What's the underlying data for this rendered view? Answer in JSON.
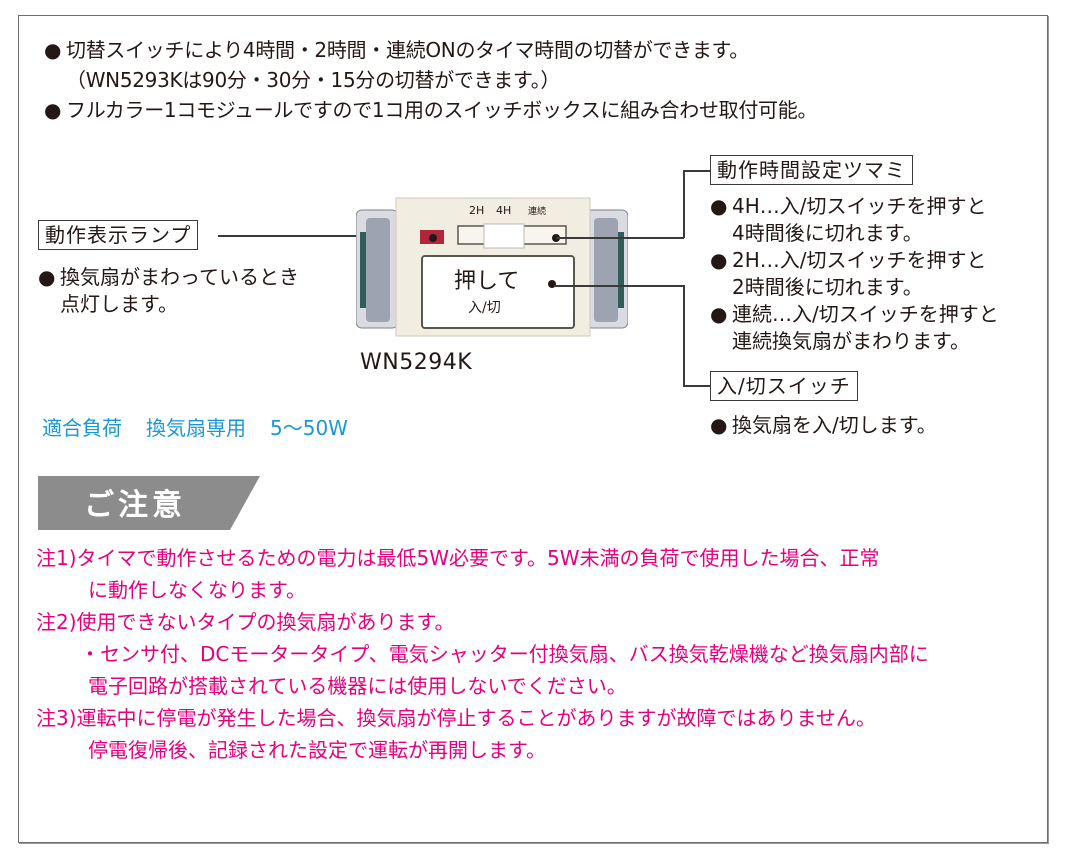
{
  "intro": {
    "lines": [
      {
        "bullet": "●",
        "text": "切替スイッチにより4時間・2時間・連続ONのタイマ時間の切替ができます。"
      },
      {
        "bullet": "",
        "text": "（WN5293Kは90分・30分・15分の切替ができます。）"
      },
      {
        "bullet": "●",
        "text": "フルカラー1コモジュールですので1コ用のスイッチボックスに組み合わせ取付可能。"
      }
    ]
  },
  "left_callout": {
    "label": "動作表示ランプ",
    "desc_bullet": "●",
    "desc_line1": "換気扇がまわっているとき",
    "desc_line2": "点灯します。"
  },
  "switch_image": {
    "dial_labels": [
      "2H",
      "4H",
      "連続"
    ],
    "button_text_main": "押して",
    "button_text_sub": "入/切",
    "model": "WN5294K",
    "colors": {
      "body": "#f1ede0",
      "lamp": "#b0263a",
      "side_grey": "#9ea3b1"
    }
  },
  "right_callouts": {
    "dial": {
      "label": "動作時間設定ツマミ",
      "items": [
        {
          "bullet": "●",
          "line1": "4H…入/切スイッチを押すと",
          "line2": "4時間後に切れます。"
        },
        {
          "bullet": "●",
          "line1": "2H…入/切スイッチを押すと",
          "line2": "2時間後に切れます。"
        },
        {
          "bullet": "●",
          "line1": "連続…入/切スイッチを押すと",
          "line2": "連続換気扇がまわります。"
        }
      ]
    },
    "switch": {
      "label": "入/切スイッチ",
      "desc_bullet": "●",
      "desc": "換気扇を入/切します。"
    }
  },
  "load_spec": {
    "label": "適合負荷",
    "type": "換気扇専用",
    "range": "5〜50W",
    "color": "#1a98d5"
  },
  "caution": {
    "title": "ご注意",
    "header_color": "#8c8c8c",
    "text_color": "#e4007f",
    "notes": [
      {
        "prefix": "注1)",
        "lines": [
          "タイマで動作させるための電力は最低5W必要です。5W未満の負荷で使用した場合、正常",
          "に動作しなくなります。"
        ]
      },
      {
        "prefix": "注2)",
        "lines": [
          "使用できないタイプの換気扇があります。",
          "・センサ付、DCモータータイプ、電気シャッター付換気扇、バス換気乾燥機など換気扇内部に",
          "電子回路が搭載されている機器には使用しないでください。"
        ]
      },
      {
        "prefix": "注3)",
        "lines": [
          "運転中に停電が発生した場合、換気扇が停止することがありますが故障ではありません。",
          "停電復帰後、記録された設定で運転が再開します。"
        ]
      }
    ]
  }
}
